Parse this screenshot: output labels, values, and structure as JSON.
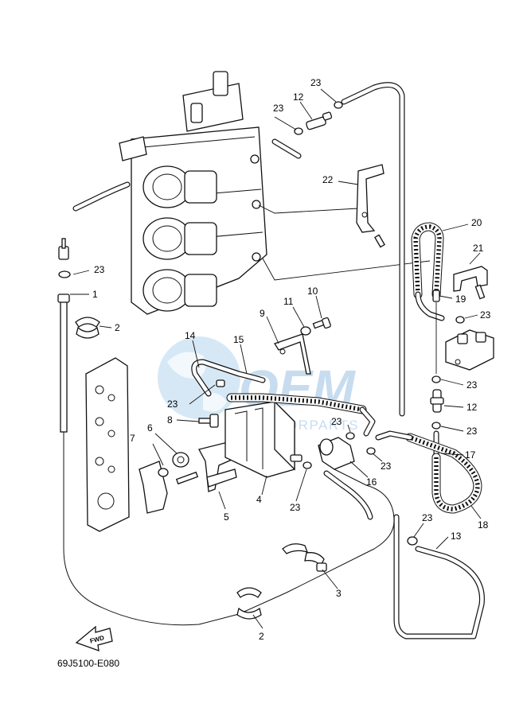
{
  "diagram": {
    "code": "69J5100-E080",
    "fwd_text": "FWD",
    "watermark": {
      "title": "OEM",
      "subtitle": "MOTORPARTS"
    }
  },
  "labels": [
    {
      "id": "1",
      "text": "1"
    },
    {
      "id": "2a",
      "text": "2"
    },
    {
      "id": "2b",
      "text": "2"
    },
    {
      "id": "3",
      "text": "3"
    },
    {
      "id": "4",
      "text": "4"
    },
    {
      "id": "5",
      "text": "5"
    },
    {
      "id": "6",
      "text": "6"
    },
    {
      "id": "7",
      "text": "7"
    },
    {
      "id": "8",
      "text": "8"
    },
    {
      "id": "9",
      "text": "9"
    },
    {
      "id": "10",
      "text": "10"
    },
    {
      "id": "11",
      "text": "11"
    },
    {
      "id": "12a",
      "text": "12"
    },
    {
      "id": "12b",
      "text": "12"
    },
    {
      "id": "13",
      "text": "13"
    },
    {
      "id": "14",
      "text": "14"
    },
    {
      "id": "15",
      "text": "15"
    },
    {
      "id": "16",
      "text": "16"
    },
    {
      "id": "17",
      "text": "17"
    },
    {
      "id": "18",
      "text": "18"
    },
    {
      "id": "19",
      "text": "19"
    },
    {
      "id": "20",
      "text": "20"
    },
    {
      "id": "21",
      "text": "21"
    },
    {
      "id": "22",
      "text": "22"
    },
    {
      "id": "23a",
      "text": "23"
    },
    {
      "id": "23b",
      "text": "23"
    },
    {
      "id": "23c",
      "text": "23"
    },
    {
      "id": "23d",
      "text": "23"
    },
    {
      "id": "23e",
      "text": "23"
    },
    {
      "id": "23f",
      "text": "23"
    },
    {
      "id": "23g",
      "text": "23"
    },
    {
      "id": "23h",
      "text": "23"
    },
    {
      "id": "23i",
      "text": "23"
    },
    {
      "id": "23j",
      "text": "23"
    },
    {
      "id": "23k",
      "text": "23"
    }
  ]
}
